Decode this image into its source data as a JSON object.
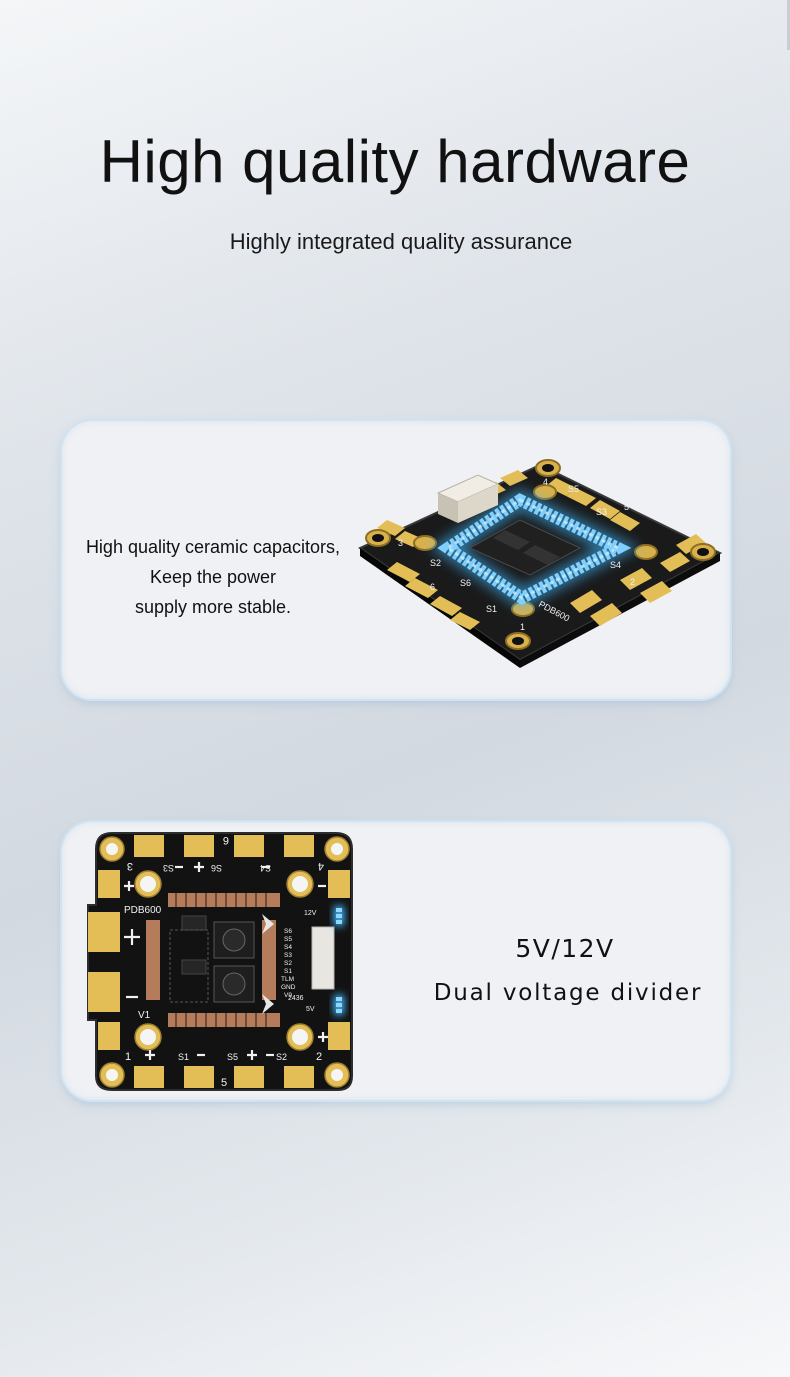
{
  "header": {
    "title": "High quality hardware",
    "subtitle": "Highly integrated quality assurance"
  },
  "feature_capacitors": {
    "lines": [
      "High quality ceramic capacitors,",
      "Keep the power",
      "supply more stable."
    ],
    "board_labels": [
      "PDB600",
      "S1",
      "S2",
      "S3",
      "S4",
      "S5",
      "S6",
      "1",
      "2",
      "3",
      "4",
      "5",
      "6"
    ]
  },
  "feature_voltage": {
    "line1": "5V/12V",
    "line2": "Dual voltage divider",
    "board_labels": {
      "model": "PDB600",
      "rail": "V1",
      "s1": "S1",
      "s2": "S2",
      "s3": "S3",
      "s4": "S4",
      "s5": "S5",
      "s6": "S6",
      "n1": "1",
      "n2": "2",
      "n3": "3",
      "n4": "4",
      "n5": "5",
      "n6": "6",
      "v12": "12V",
      "v5": "5V",
      "code": "2436",
      "pins": [
        "S6",
        "S5",
        "S4",
        "S3",
        "S2",
        "S1",
        "TLM",
        "GND",
        "V9"
      ]
    }
  },
  "colors": {
    "pcb": "#111111",
    "gold_pad": "#e3be57",
    "glow": "#43b9ff",
    "card_border": "#cfe3f3"
  }
}
